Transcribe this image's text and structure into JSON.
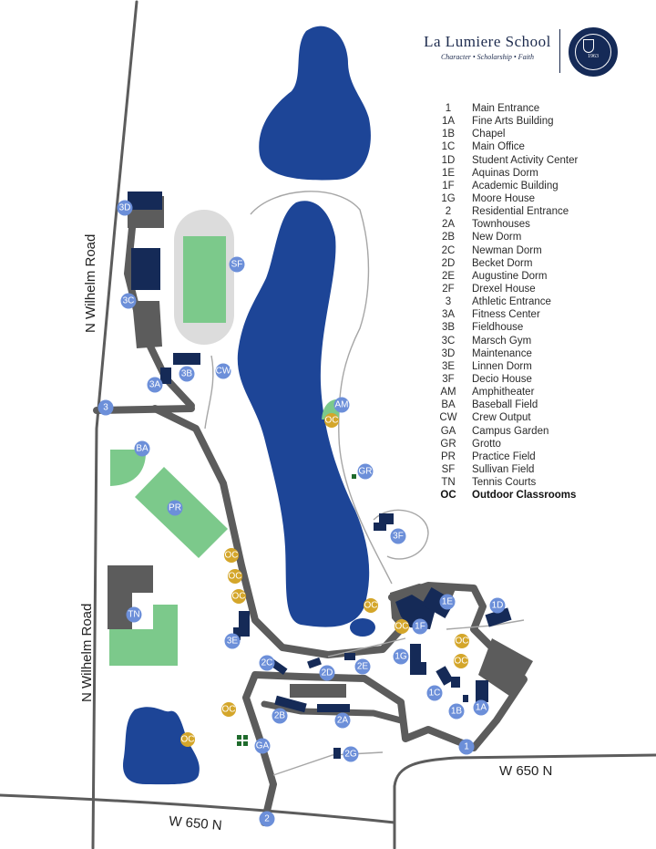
{
  "brand": {
    "name": "La Lumiere School",
    "tagline": "Character • Scholarship • Faith",
    "seal_year": "1963"
  },
  "legend": [
    {
      "code": "1",
      "name": "Main Entrance"
    },
    {
      "code": "1A",
      "name": "Fine Arts Building"
    },
    {
      "code": "1B",
      "name": "Chapel"
    },
    {
      "code": "1C",
      "name": "Main Office"
    },
    {
      "code": "1D",
      "name": "Student Activity Center"
    },
    {
      "code": "1E",
      "name": "Aquinas Dorm"
    },
    {
      "code": "1F",
      "name": "Academic Building"
    },
    {
      "code": "1G",
      "name": "Moore House"
    },
    {
      "code": "2",
      "name": "Residential Entrance"
    },
    {
      "code": "2A",
      "name": "Townhouses"
    },
    {
      "code": "2B",
      "name": "New Dorm"
    },
    {
      "code": "2C",
      "name": "Newman Dorm"
    },
    {
      "code": "2D",
      "name": "Becket Dorm"
    },
    {
      "code": "2E",
      "name": "Augustine Dorm"
    },
    {
      "code": "2F",
      "name": "Drexel House"
    },
    {
      "code": "3",
      "name": "Athletic Entrance"
    },
    {
      "code": "3A",
      "name": "Fitness Center"
    },
    {
      "code": "3B",
      "name": "Fieldhouse"
    },
    {
      "code": "3C",
      "name": "Marsch Gym"
    },
    {
      "code": "3D",
      "name": "Maintenance"
    },
    {
      "code": "3E",
      "name": "Linnen Dorm"
    },
    {
      "code": "3F",
      "name": "Decio House"
    },
    {
      "code": "AM",
      "name": "Amphitheater"
    },
    {
      "code": "BA",
      "name": "Baseball Field"
    },
    {
      "code": "CW",
      "name": "Crew Output"
    },
    {
      "code": "GA",
      "name": "Campus Garden"
    },
    {
      "code": "GR",
      "name": "Grotto"
    },
    {
      "code": "PR",
      "name": "Practice Field"
    },
    {
      "code": "SF",
      "name": "Sullivan Field"
    },
    {
      "code": "TN",
      "name": "Tennis Courts"
    },
    {
      "code": "OC",
      "name": "Outdoor Classrooms",
      "bold": true
    }
  ],
  "roads": {
    "wilhelm_north": "N Wilhelm Road",
    "wilhelm_south": "N Wilhelm Road",
    "w650_east": "W 650 N",
    "w650_west": "W 650 N"
  },
  "markers": [
    "3D",
    "SF",
    "3C",
    "3A",
    "3B",
    "CW",
    "3",
    "BA",
    "PR",
    "TN",
    "3E",
    "AM",
    "OC",
    "GR",
    "3F",
    "OC",
    "OC",
    "OC",
    "OC",
    "1E",
    "1D",
    "OC",
    "1F",
    "OC",
    "1G",
    "OC",
    "2C",
    "2D",
    "2E",
    "1C",
    "1B",
    "1A",
    "2B",
    "2A",
    "OC",
    "OC",
    "GA",
    "2G",
    "1",
    "2"
  ],
  "colors": {
    "water": "#1d4597",
    "building": "#152a57",
    "road": "#5c5c5c",
    "field": "#7cc98b",
    "track": "#dcdcdc",
    "marker_blue": "#6c8fd9",
    "marker_oc": "#d4a62a",
    "path": "#a6a6a6"
  }
}
